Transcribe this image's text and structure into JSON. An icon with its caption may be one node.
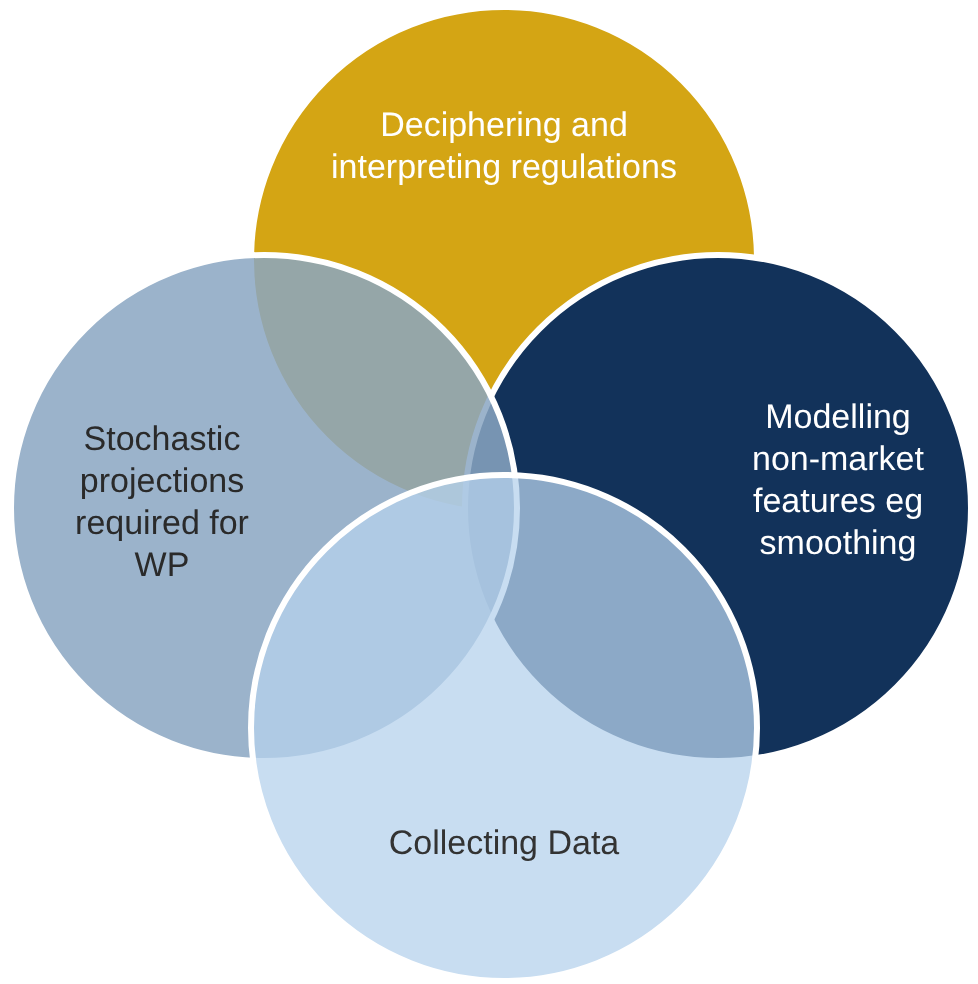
{
  "diagram": {
    "nodes": [
      {
        "text": [
          "Deciphering and interpreting regulations"
        ]
      },
      {
        "text": [
          "Modelling non-market features eg smoothing"
        ]
      },
      {
        "text": [
          "Stochastic projections required for WP"
        ]
      },
      {
        "text": [
          "Collecting Data"
        ]
      }
    ]
  }
}
